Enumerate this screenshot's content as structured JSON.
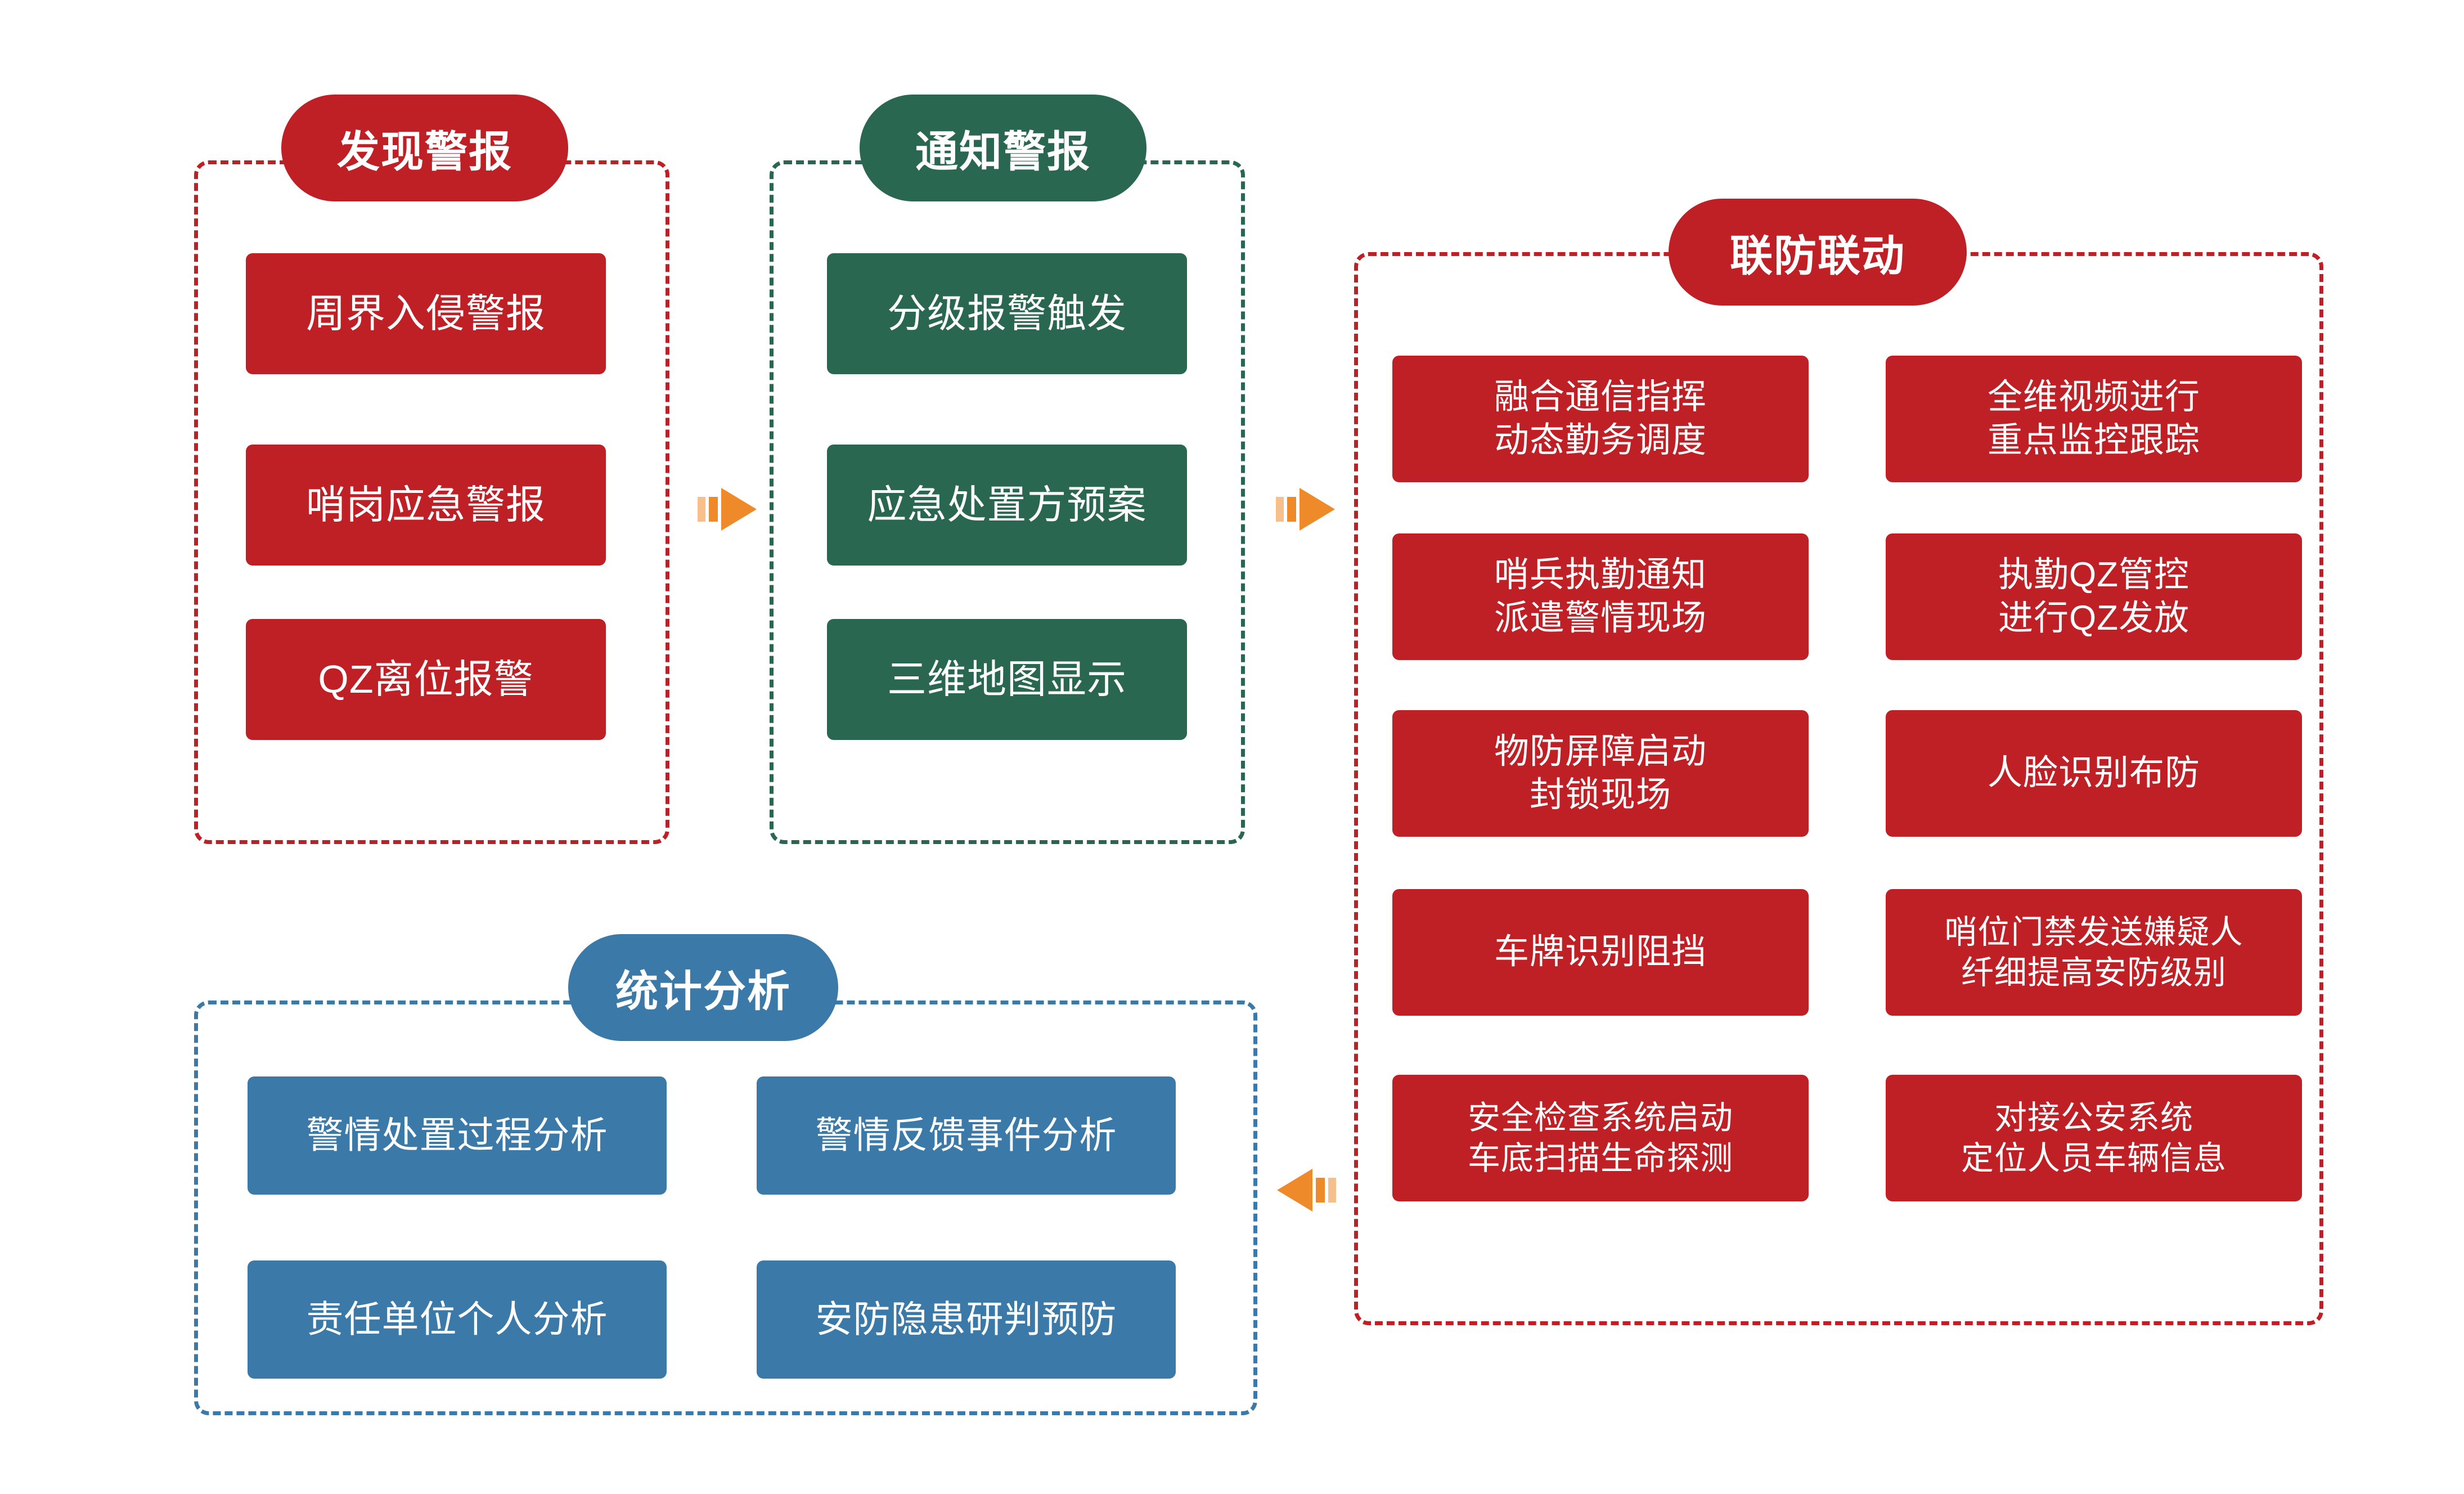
{
  "colors": {
    "red": "#BE2026",
    "green": "#2A6751",
    "blue": "#3B7AA8",
    "arrow": "#EF8A2B",
    "text_on_fill": "#FFFFFF",
    "background": "#FFFFFF"
  },
  "groups": [
    {
      "id": "discover-alarm",
      "title": "发现警报",
      "accent": "red",
      "cards": [
        {
          "lines": [
            "周界入侵警报"
          ]
        },
        {
          "lines": [
            "哨岗应急警报"
          ]
        },
        {
          "lines": [
            "QZ离位报警"
          ]
        }
      ]
    },
    {
      "id": "notify-alarm",
      "title": "通知警报",
      "accent": "green",
      "cards": [
        {
          "lines": [
            "分级报警触发"
          ]
        },
        {
          "lines": [
            "应急处置方预案"
          ]
        },
        {
          "lines": [
            "三维地图显示"
          ]
        }
      ]
    },
    {
      "id": "joint-defense",
      "title": "联防联动",
      "accent": "red",
      "cards": [
        {
          "lines": [
            "融合通信指挥",
            "动态勤务调度"
          ]
        },
        {
          "lines": [
            "全维视频进行",
            "重点监控跟踪"
          ]
        },
        {
          "lines": [
            "哨兵执勤通知",
            "派遣警情现场"
          ]
        },
        {
          "lines": [
            "执勤QZ管控",
            "进行QZ发放"
          ]
        },
        {
          "lines": [
            "物防屏障启动",
            "封锁现场"
          ]
        },
        {
          "lines": [
            "人脸识别布防"
          ]
        },
        {
          "lines": [
            "车牌识别阻挡"
          ]
        },
        {
          "lines": [
            "哨位门禁发送嫌疑人",
            "纤细提高安防级别"
          ]
        },
        {
          "lines": [
            "安全检查系统启动",
            "车底扫描生命探测"
          ]
        },
        {
          "lines": [
            "对接公安系统",
            "定位人员车辆信息"
          ]
        }
      ]
    },
    {
      "id": "statistics-analysis",
      "title": "统计分析",
      "accent": "blue",
      "cards": [
        {
          "lines": [
            "警情处置过程分析"
          ]
        },
        {
          "lines": [
            "警情反馈事件分析"
          ]
        },
        {
          "lines": [
            "责任单位个人分析"
          ]
        },
        {
          "lines": [
            "安防隐患研判预防"
          ]
        }
      ]
    }
  ],
  "arrows": [
    {
      "id": "discover-to-notify",
      "direction": "right"
    },
    {
      "id": "notify-to-joint",
      "direction": "right"
    },
    {
      "id": "joint-to-statistics",
      "direction": "left"
    }
  ]
}
